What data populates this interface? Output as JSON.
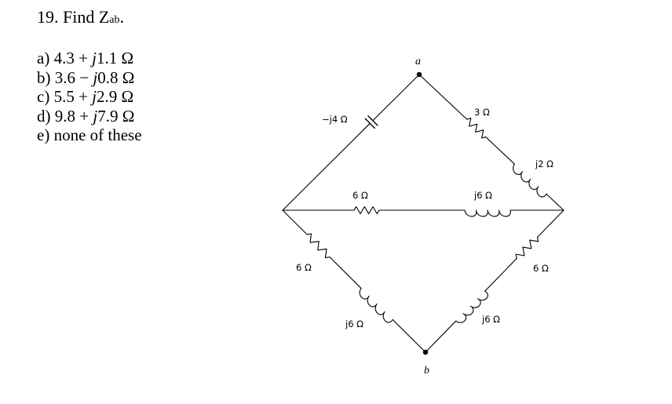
{
  "question": {
    "number": "19.",
    "prompt": "Find Z",
    "subscript": "ab",
    "trailing": "."
  },
  "choices": [
    {
      "letter": "a)",
      "real": "4.3 +",
      "j": "j",
      "imag": "1.1 Ω"
    },
    {
      "letter": "b)",
      "real": "3.6 −",
      "j": "j",
      "imag": "0.8 Ω"
    },
    {
      "letter": "c)",
      "real": "5.5 +",
      "j": "j",
      "imag": "2.9 Ω"
    },
    {
      "letter": "d)",
      "real": "9.8 +",
      "j": "j",
      "imag": "7.9 Ω"
    },
    {
      "letter": "e)",
      "text": "none of these"
    }
  ],
  "circuit": {
    "nodes": {
      "a": "a",
      "b": "b"
    },
    "components": {
      "cap_top_left": "−j4 Ω",
      "res_top_right": "3 Ω",
      "ind_top_right": "j2 Ω",
      "res_middle": "6 Ω",
      "ind_middle": "j6 Ω",
      "res_bottom_left": "6 Ω",
      "ind_bottom_left": "j6 Ω",
      "res_bottom_right": "6 Ω",
      "ind_bottom_right": "j6 Ω"
    }
  }
}
